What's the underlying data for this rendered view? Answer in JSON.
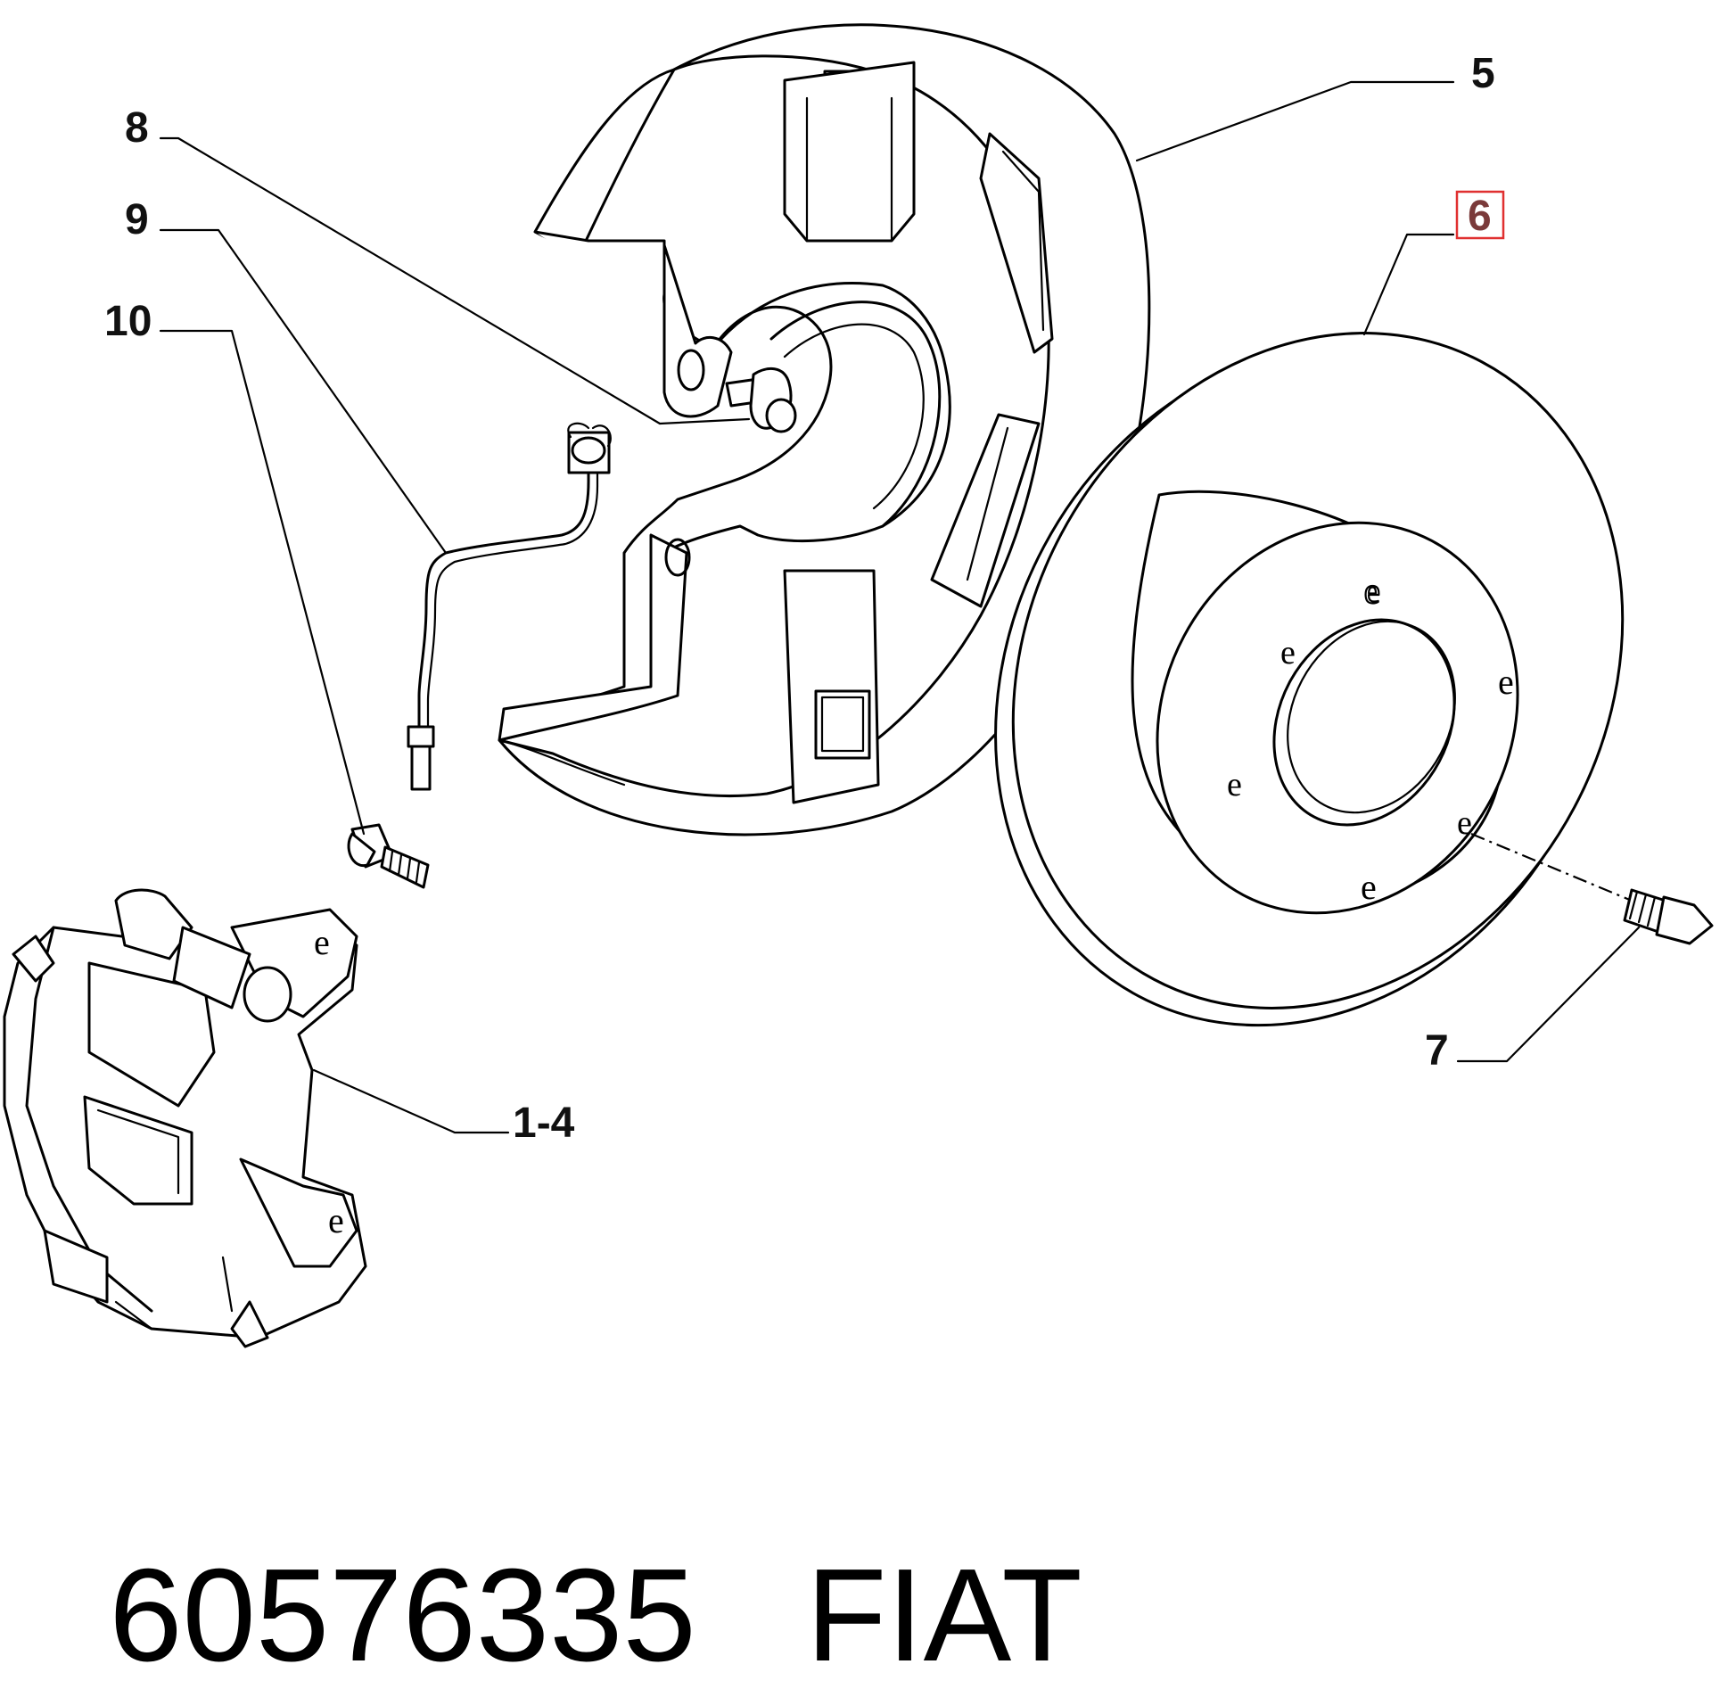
{
  "diagram": {
    "callouts": {
      "c5": "5",
      "c6": "6",
      "c7": "7",
      "c8": "8",
      "c9": "9",
      "c10": "10",
      "c14": "1-4"
    },
    "highlight_color": "#e03030"
  },
  "caption": {
    "part_number": "60576335",
    "brand": "FIAT"
  }
}
